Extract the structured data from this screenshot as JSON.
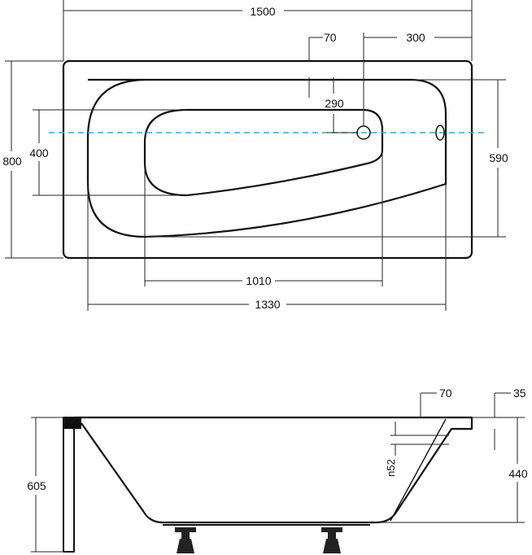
{
  "top_view": {
    "dimensions": {
      "overall_length": "1500",
      "rim_offset": "70",
      "drain_offset": "300",
      "overflow_offset": "290",
      "basin_width_left": "400",
      "overall_width": "800",
      "inner_width_right": "590",
      "basin_length": "1010",
      "inner_length": "1330"
    }
  },
  "side_view": {
    "dimensions": {
      "rim_thickness": "70",
      "edge_height": "35",
      "panel_height": "605",
      "bath_depth": "440",
      "overflow_diameter": "n52"
    }
  },
  "colors": {
    "outline": "#111111",
    "center_axis": "#3aa6d6"
  }
}
